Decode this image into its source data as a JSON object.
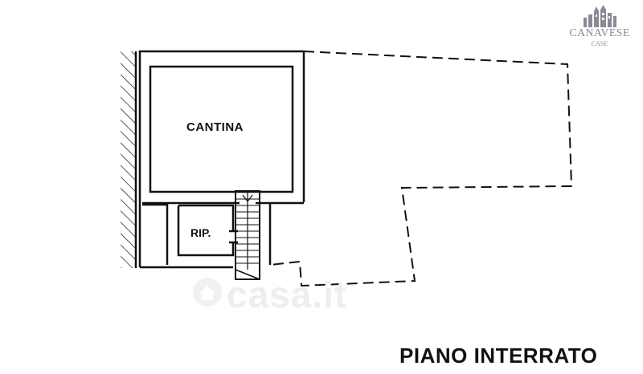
{
  "plan": {
    "rooms": {
      "cantina": "CANTINA",
      "ripostiglio": "RIP."
    },
    "floor_title": "PIANO INTERRATO"
  },
  "logo": {
    "name": "CANAVESE",
    "sub": "CASE"
  },
  "watermark": {
    "text": "casa.it"
  },
  "colors": {
    "line": "#111111",
    "watermark": "#eeeeee",
    "logo": "#8a8a96"
  }
}
